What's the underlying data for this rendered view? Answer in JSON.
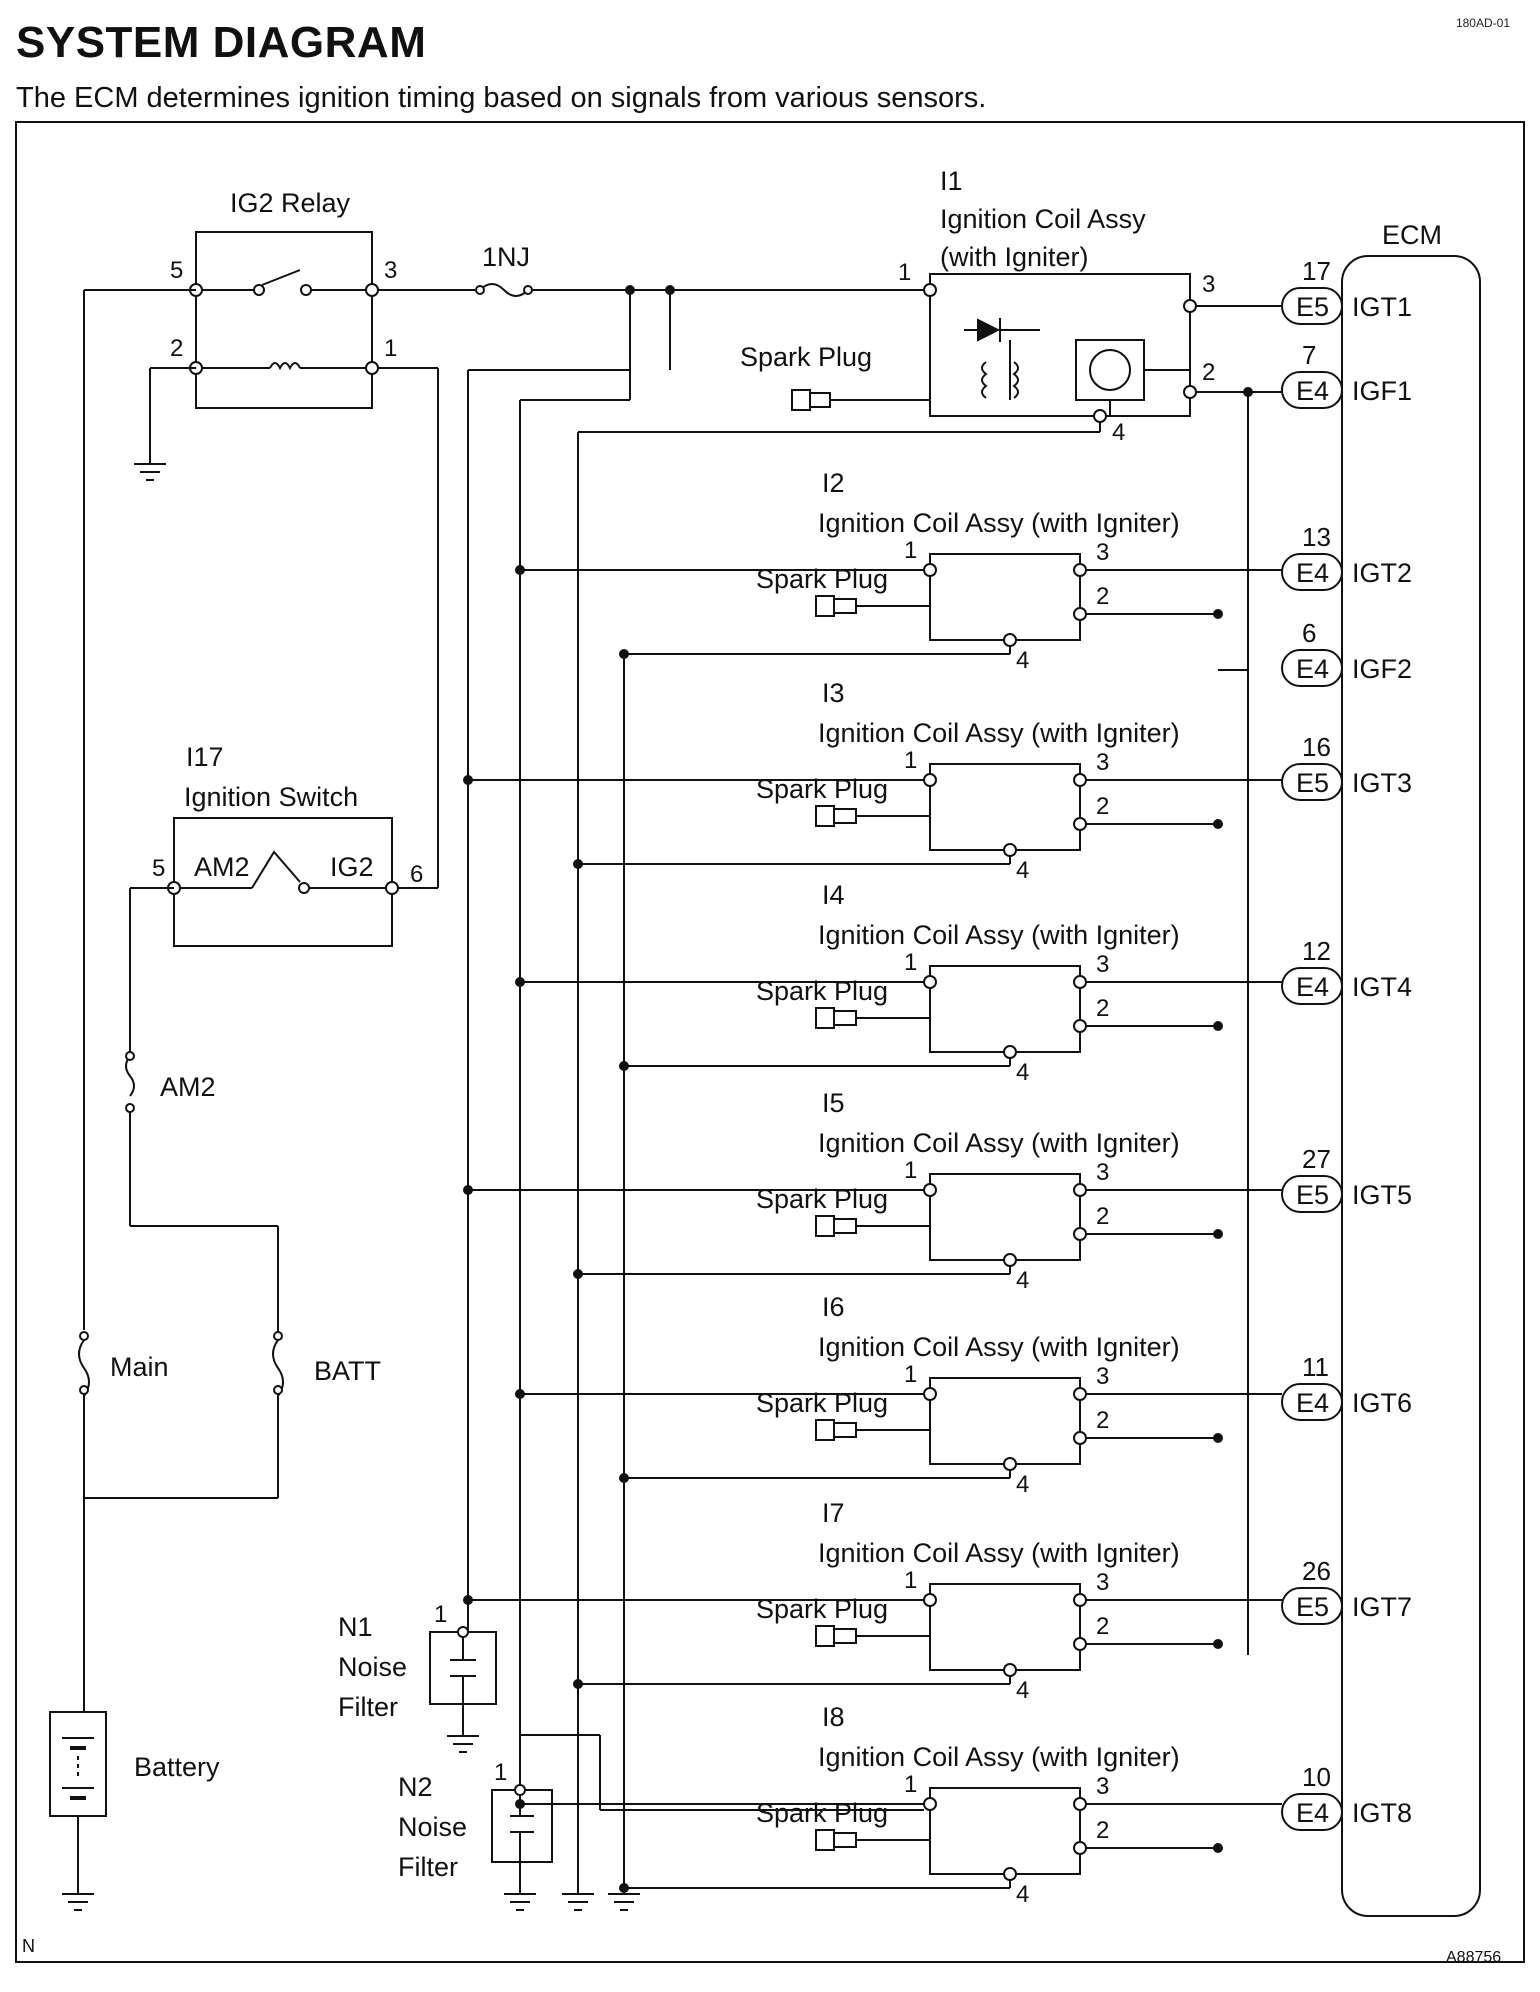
{
  "page": {
    "title": "SYSTEM DIAGRAM",
    "subtitle": "The ECM determines ignition timing based on signals from various sensors.",
    "code": "180AD-01",
    "figure_id": "A88756",
    "corner_mark": "N"
  },
  "ig2_relay": {
    "label": "IG2 Relay",
    "pins": [
      "5",
      "3",
      "2",
      "1"
    ]
  },
  "fuse_1nj": {
    "label": "1NJ"
  },
  "ignition_switch": {
    "id": "I17",
    "label": "Ignition Switch",
    "pin_left": "5",
    "pin_right": "6",
    "am2": "AM2",
    "ig2": "IG2"
  },
  "fuse_am2": {
    "label": "AM2"
  },
  "fuse_main": {
    "label": "Main"
  },
  "fuse_batt": {
    "label": "BATT"
  },
  "battery": {
    "label": "Battery"
  },
  "noise_filter_1": {
    "id": "N1",
    "line2": "Noise",
    "line3": "Filter",
    "pin": "1"
  },
  "noise_filter_2": {
    "id": "N2",
    "line2": "Noise",
    "line3": "Filter",
    "pin": "1"
  },
  "ecm": {
    "label": "ECM"
  },
  "coil1": {
    "id": "I1",
    "name_line1": "Ignition  Coil  Assy",
    "name_line2": "(with Igniter)",
    "plug": "Spark Plug",
    "p1": "1",
    "p2": "2",
    "p3": "3",
    "p4": "4"
  },
  "coils": [
    {
      "id": "I2",
      "name": "Ignition Coil Assy (with Igniter)",
      "plug": "Spark Plug",
      "p1": "1",
      "p2": "2",
      "p3": "3",
      "p4": "4"
    },
    {
      "id": "I3",
      "name": "Ignition Coil Assy (with Igniter)",
      "plug": "Spark Plug",
      "p1": "1",
      "p2": "2",
      "p3": "3",
      "p4": "4"
    },
    {
      "id": "I4",
      "name": "Ignition Coil Assy (with Igniter)",
      "plug": "Spark Plug",
      "p1": "1",
      "p2": "2",
      "p3": "3",
      "p4": "4"
    },
    {
      "id": "I5",
      "name": "Ignition Coil Assy (with Igniter)",
      "plug": "Spark Plug",
      "p1": "1",
      "p2": "2",
      "p3": "3",
      "p4": "4"
    },
    {
      "id": "I6",
      "name": "Ignition Coil Assy (with Igniter)",
      "plug": "Spark Plug",
      "p1": "1",
      "p2": "2",
      "p3": "3",
      "p4": "4"
    },
    {
      "id": "I7",
      "name": "Ignition Coil Assy (with Igniter)",
      "plug": "Spark Plug",
      "p1": "1",
      "p2": "2",
      "p3": "3",
      "p4": "4"
    },
    {
      "id": "I8",
      "name": "Ignition Coil Assy (with Igniter)",
      "plug": "Spark Plug",
      "p1": "1",
      "p2": "2",
      "p3": "3",
      "p4": "4"
    }
  ],
  "ecm_terminals": [
    {
      "pin": "17",
      "connector": "E5",
      "signal": "IGT1"
    },
    {
      "pin": "7",
      "connector": "E4",
      "signal": "IGF1"
    },
    {
      "pin": "13",
      "connector": "E4",
      "signal": "IGT2"
    },
    {
      "pin": "6",
      "connector": "E4",
      "signal": "IGF2"
    },
    {
      "pin": "16",
      "connector": "E5",
      "signal": "IGT3"
    },
    {
      "pin": "12",
      "connector": "E4",
      "signal": "IGT4"
    },
    {
      "pin": "27",
      "connector": "E5",
      "signal": "IGT5"
    },
    {
      "pin": "11",
      "connector": "E4",
      "signal": "IGT6"
    },
    {
      "pin": "26",
      "connector": "E5",
      "signal": "IGT7"
    },
    {
      "pin": "10",
      "connector": "E4",
      "signal": "IGT8"
    }
  ]
}
